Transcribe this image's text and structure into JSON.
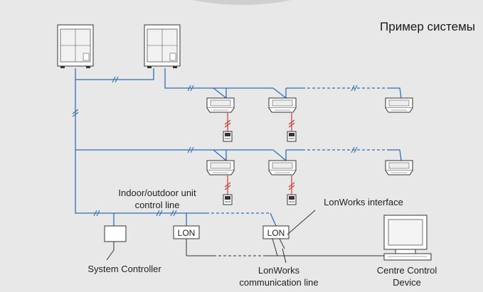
{
  "title": "Пример системы",
  "labels": {
    "control_line_1": "Indoor/outdoor unit",
    "control_line_2": "control line",
    "lonworks_interface": "LonWorks interface",
    "system_controller": "System Controller",
    "lon_comm_1": "LonWorks",
    "lon_comm_2": "communication line",
    "centre_control_1": "Centre Control",
    "centre_control_2": "Device"
  },
  "lon_modules": [
    "LON",
    "LON"
  ],
  "colors": {
    "background": "#e8e8e8",
    "refrigerant_line": "#2f6fb5",
    "remote_line": "#d23a3a",
    "comm_line": "#333333",
    "unit_fill": "#ffffff",
    "unit_stroke": "#333333"
  }
}
